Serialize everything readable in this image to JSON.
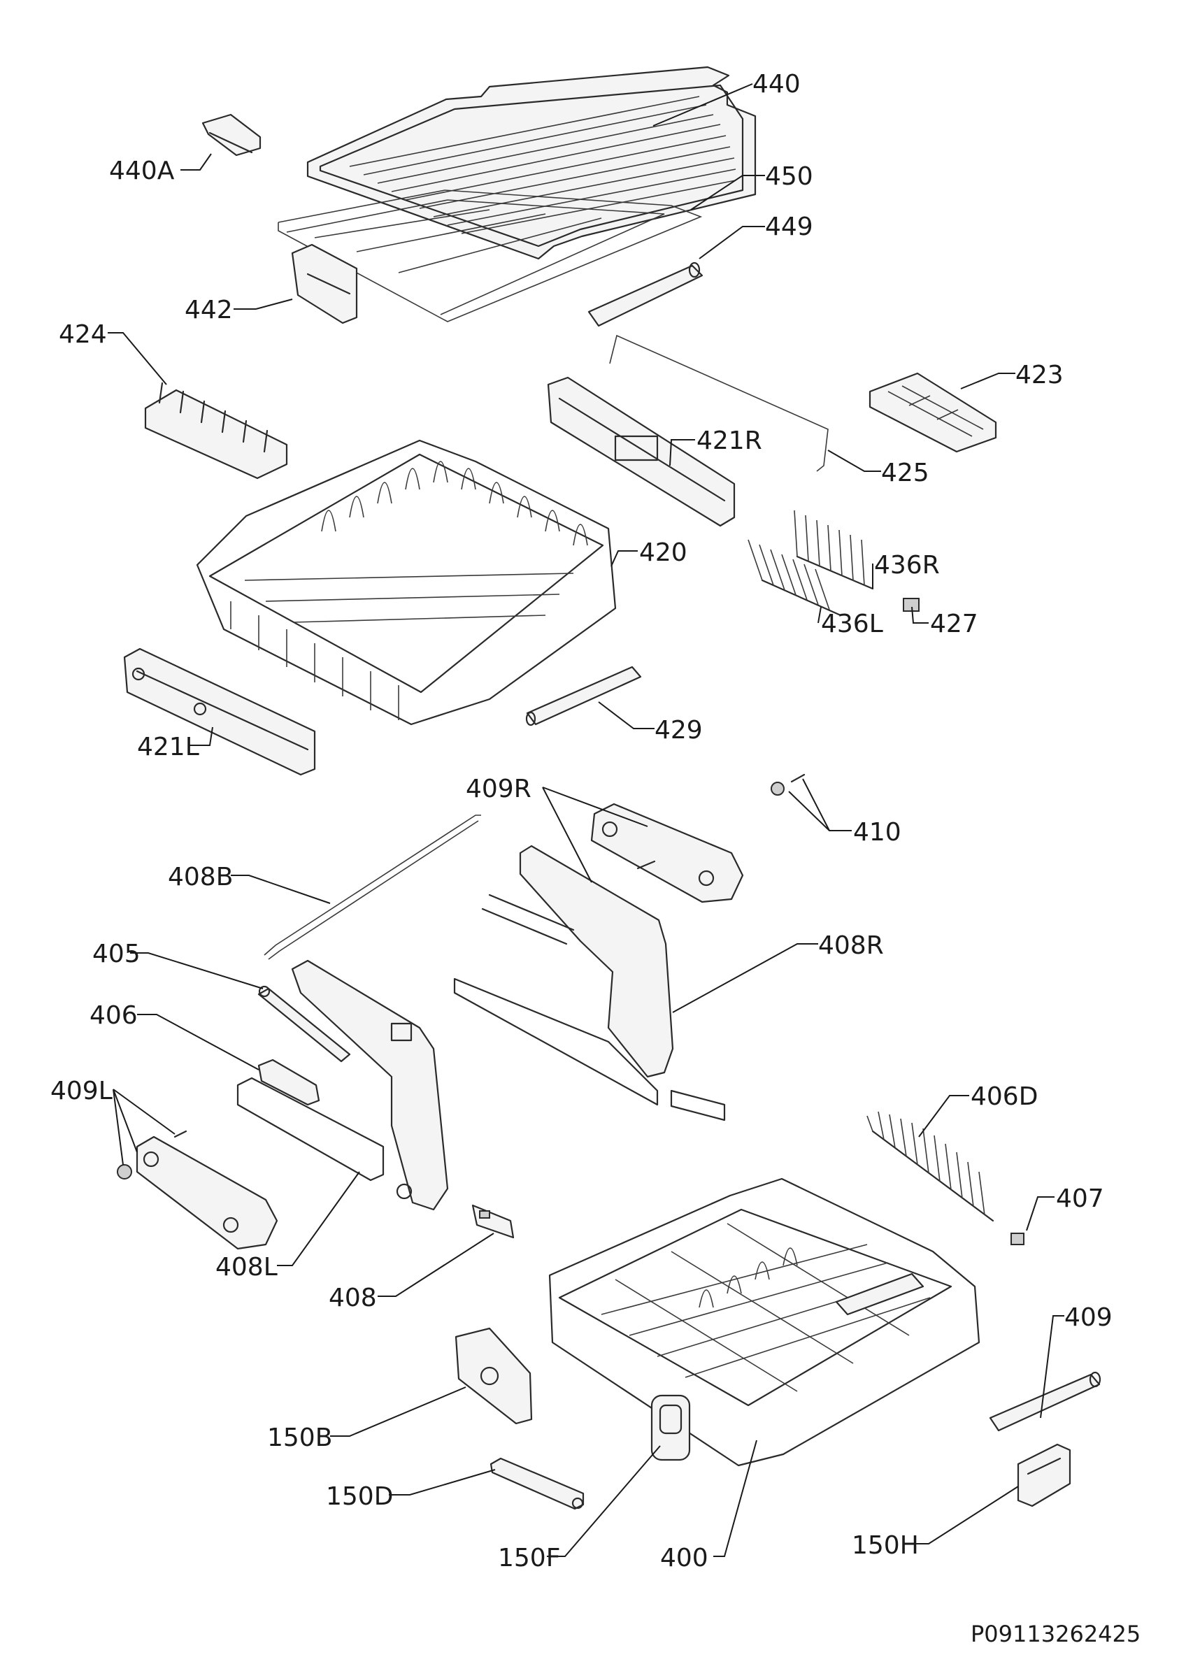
{
  "document_code": "P09113262425",
  "callouts": [
    {
      "id": "440"
    },
    {
      "id": "440A"
    },
    {
      "id": "450"
    },
    {
      "id": "449"
    },
    {
      "id": "442"
    },
    {
      "id": "424"
    },
    {
      "id": "423"
    },
    {
      "id": "421R"
    },
    {
      "id": "425"
    },
    {
      "id": "420"
    },
    {
      "id": "436R"
    },
    {
      "id": "436L"
    },
    {
      "id": "427"
    },
    {
      "id": "421L"
    },
    {
      "id": "429"
    },
    {
      "id": "409R"
    },
    {
      "id": "410"
    },
    {
      "id": "408B"
    },
    {
      "id": "408R"
    },
    {
      "id": "405"
    },
    {
      "id": "406"
    },
    {
      "id": "409L"
    },
    {
      "id": "406D"
    },
    {
      "id": "407"
    },
    {
      "id": "408L"
    },
    {
      "id": "408"
    },
    {
      "id": "409"
    },
    {
      "id": "150B"
    },
    {
      "id": "150D"
    },
    {
      "id": "150H"
    },
    {
      "id": "150F"
    },
    {
      "id": "400"
    }
  ]
}
